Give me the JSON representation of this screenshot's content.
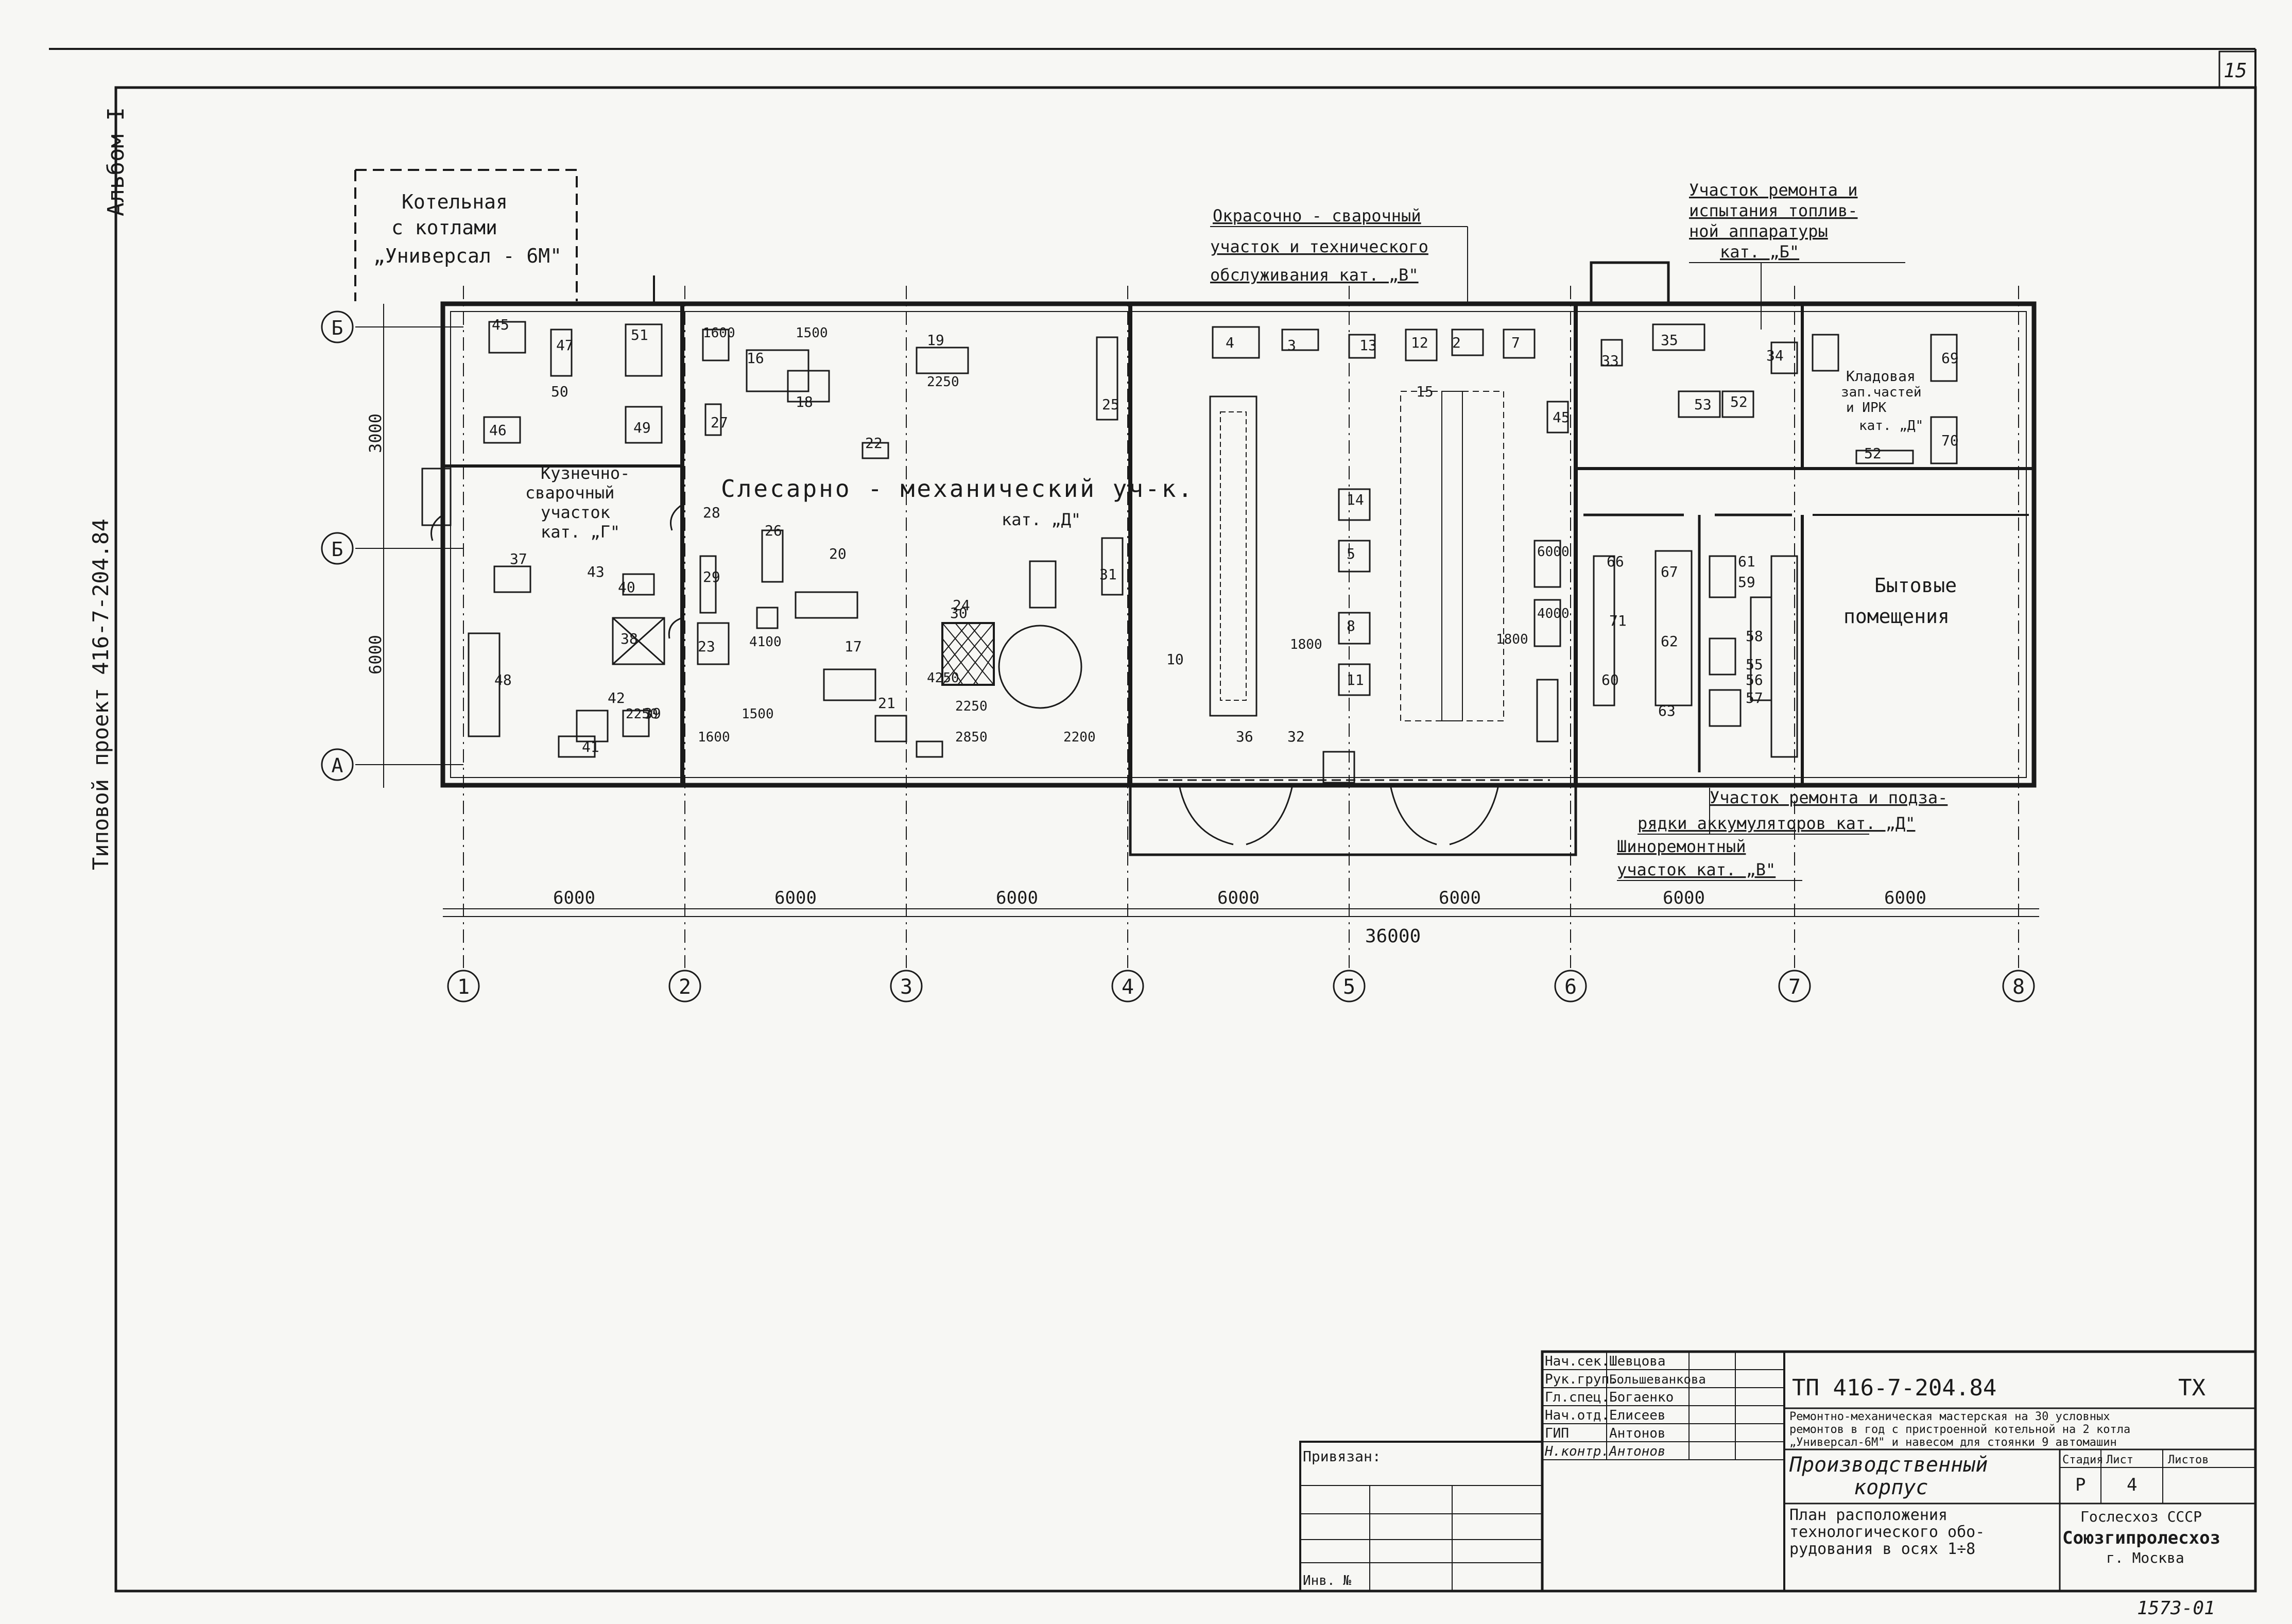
{
  "sheet_number": "15",
  "album_label": "Альбом I",
  "project_side_label": "Типовой проект 416-7-204.84",
  "annex": {
    "label_1": "Котельная",
    "label_2": "с котлами",
    "label_3": "„Универсал - 6М\""
  },
  "rooms": {
    "forge": [
      "Кузнечно-",
      "сварочный",
      "участок",
      "кат. „Г\""
    ],
    "mech": "Слесарно - механический уч-к.",
    "mech_cat": "кат. „Д\"",
    "paint": [
      "Окрасочно - сварочный",
      "участок и технического",
      "обслуживания кат. „В\""
    ],
    "fuel": [
      "Участок ремонта и",
      "испытания топлив-",
      "ной аппаратуры",
      "кат. „Б\""
    ],
    "store": [
      "Кладовая",
      "зап.частей",
      "и ИРК",
      "кат. „Д\""
    ],
    "welfare": [
      "Бытовые",
      "помещения"
    ],
    "battery": [
      "Участок ремонта и подза-",
      "рядки аккумуляторов кат. „Д\""
    ],
    "tyre": [
      "Шиноремонтный",
      "участок  кат. „В\""
    ]
  },
  "axes": {
    "columns": [
      "1",
      "2",
      "3",
      "4",
      "5",
      "6",
      "7",
      "8"
    ],
    "rows": [
      "Б",
      "Б",
      "А"
    ],
    "bay_dims": [
      "6000",
      "6000",
      "6000",
      "6000",
      "6000",
      "6000",
      "6000"
    ],
    "total_dim": "36000",
    "row_dims": [
      "3000",
      "6000"
    ]
  },
  "equipment_labels": [
    "45",
    "47",
    "50",
    "51",
    "49",
    "46",
    "1600",
    "1500",
    "18",
    "16",
    "19",
    "2250",
    "25",
    "27",
    "22",
    "26",
    "28",
    "29",
    "23",
    "20",
    "4100",
    "17",
    "21",
    "24",
    "30",
    "31",
    "1500",
    "2250",
    "2850",
    "2200",
    "4250",
    "1600",
    "37",
    "40",
    "43",
    "48",
    "41",
    "42",
    "38",
    "39",
    "2250",
    "10",
    "4",
    "3",
    "13",
    "12",
    "2",
    "7",
    "45",
    "15",
    "14",
    "5",
    "8",
    "11",
    "6000",
    "4000",
    "1800",
    "1800",
    "36",
    "32",
    "33",
    "35",
    "34",
    "53",
    "52",
    "52",
    "69",
    "70",
    "71",
    "66",
    "60",
    "67",
    "62",
    "63",
    "61",
    "59",
    "58",
    "55",
    "56",
    "57"
  ],
  "title_block": {
    "roles": [
      "Нач.сек.",
      "Рук.груп.",
      "Гл.спец.",
      "Нач.отд.",
      "ГИП",
      "Н.контр."
    ],
    "names": [
      "Шевцова",
      "Большеванкова",
      "Богаенко",
      "Елисеев",
      "Антонов",
      "Антонов"
    ],
    "code": "ТП 416-7-204.84",
    "mark": "ТХ",
    "desc_lines": [
      "Ремонтно-механическая мастерская на 30 условных",
      "ремонтов в год с пристроенной котельной на 2 котла",
      "„Универсал-6М\" и навесом для стоянки 9 автомашин"
    ],
    "building": [
      "Производственный",
      "корпус"
    ],
    "sheet_title": [
      "План расположения",
      "технологического обо-",
      "рудования в осях 1÷8"
    ],
    "stage_header": "Стадия",
    "sheet_header": "Лист",
    "sheets_header": "Листов",
    "stage": "Р",
    "sheet": "4",
    "sheets": "",
    "org": [
      "Гослесхоз СССР",
      "Союзгипролесхоз",
      "г. Москва"
    ],
    "priv_label": "Привязан:",
    "inv_label": "Инв. №"
  },
  "doc_number": "1573-01"
}
